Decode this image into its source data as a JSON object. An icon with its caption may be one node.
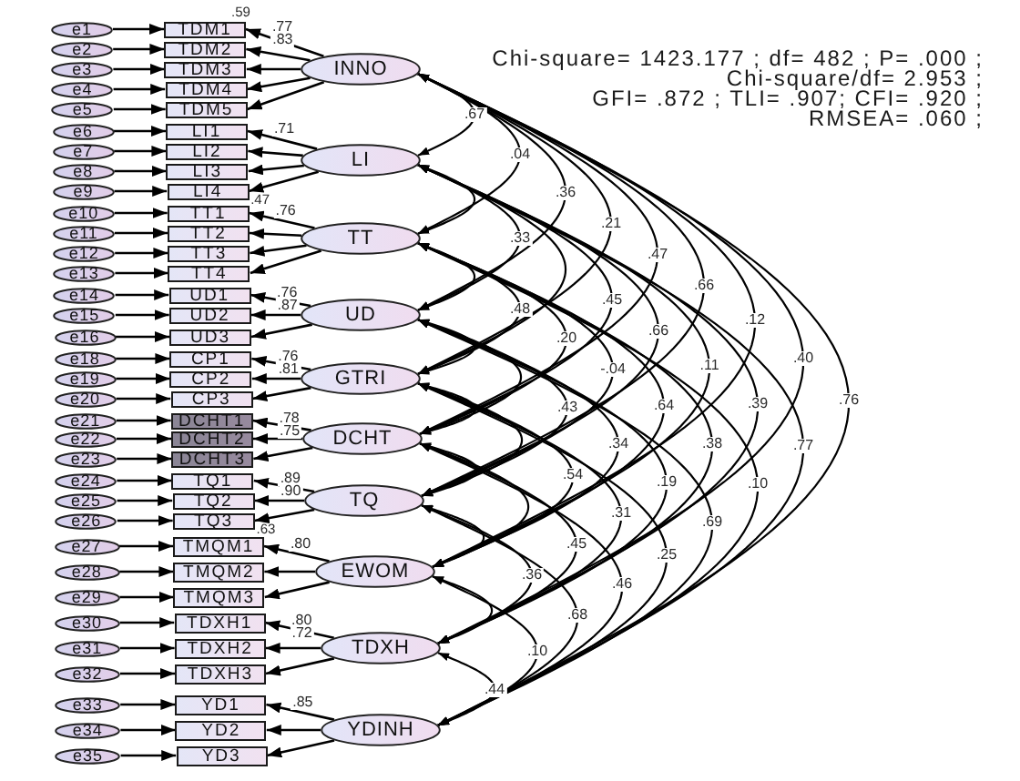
{
  "diagram": {
    "nodes": [
      {
        "text": [
          "e1"
        ]
      },
      {
        "text": [
          "e2"
        ]
      },
      {
        "text": [
          "e3"
        ]
      },
      {
        "text": [
          "e4"
        ]
      },
      {
        "text": [
          "e5"
        ]
      },
      {
        "text": [
          "e6"
        ]
      },
      {
        "text": [
          "e7"
        ]
      },
      {
        "text": [
          "e8"
        ]
      },
      {
        "text": [
          "e9"
        ]
      },
      {
        "text": [
          "e10"
        ]
      },
      {
        "text": [
          "e11"
        ]
      },
      {
        "text": [
          "e12"
        ]
      },
      {
        "text": [
          "e13"
        ]
      },
      {
        "text": [
          "e14"
        ]
      },
      {
        "text": [
          "e15"
        ]
      },
      {
        "text": [
          "e16"
        ]
      },
      {
        "text": [
          "e18"
        ]
      },
      {
        "text": [
          "e19"
        ]
      },
      {
        "text": [
          "e20"
        ]
      },
      {
        "text": [
          "e21"
        ]
      },
      {
        "text": [
          "e22"
        ]
      },
      {
        "text": [
          "e23"
        ]
      },
      {
        "text": [
          "e24"
        ]
      },
      {
        "text": [
          "e25"
        ]
      },
      {
        "text": [
          "e26"
        ]
      },
      {
        "text": [
          "e27"
        ]
      },
      {
        "text": [
          "e28"
        ]
      },
      {
        "text": [
          "e29"
        ]
      },
      {
        "text": [
          "e30"
        ]
      },
      {
        "text": [
          "e31"
        ]
      },
      {
        "text": [
          "e32"
        ]
      },
      {
        "text": [
          "e33"
        ]
      },
      {
        "text": [
          "e34"
        ]
      },
      {
        "text": [
          "e35"
        ]
      },
      {
        "text": [
          "TDM1"
        ],
        "beside": [
          ".59"
        ]
      },
      {
        "text": [
          "TDM2"
        ]
      },
      {
        "text": [
          "TDM3"
        ]
      },
      {
        "text": [
          "TDM4"
        ]
      },
      {
        "text": [
          "TDM5"
        ]
      },
      {
        "text": [
          "LI1"
        ]
      },
      {
        "text": [
          "LI2"
        ]
      },
      {
        "text": [
          "LI3"
        ]
      },
      {
        "text": [
          "LI4"
        ],
        "beside": [
          ".47"
        ]
      },
      {
        "text": [
          "TT1"
        ]
      },
      {
        "text": [
          "TT2"
        ]
      },
      {
        "text": [
          "TT3"
        ]
      },
      {
        "text": [
          "TT4"
        ]
      },
      {
        "text": [
          "UD1"
        ]
      },
      {
        "text": [
          "UD2"
        ]
      },
      {
        "text": [
          "UD3"
        ]
      },
      {
        "text": [
          "CP1"
        ]
      },
      {
        "text": [
          "CP2"
        ]
      },
      {
        "text": [
          "CP3"
        ]
      },
      {
        "text": [
          "DCHT1"
        ]
      },
      {
        "text": [
          "DCHT2"
        ]
      },
      {
        "text": [
          "DCHT3"
        ]
      },
      {
        "text": [
          "TQ1"
        ]
      },
      {
        "text": [
          "TQ2"
        ]
      },
      {
        "text": [
          "TQ3"
        ],
        "beside": [
          ".63"
        ]
      },
      {
        "text": [
          "TMQM1"
        ]
      },
      {
        "text": [
          "TMQM2"
        ]
      },
      {
        "text": [
          "TMQM3"
        ]
      },
      {
        "text": [
          "TDXH1"
        ]
      },
      {
        "text": [
          "TDXH2"
        ]
      },
      {
        "text": [
          "TDXH3"
        ]
      },
      {
        "text": [
          "YD1"
        ]
      },
      {
        "text": [
          "YD2"
        ]
      },
      {
        "text": [
          "YD3"
        ]
      },
      {
        "text": [
          "INNO"
        ]
      },
      {
        "text": [
          "LI"
        ]
      },
      {
        "text": [
          "TT"
        ]
      },
      {
        "text": [
          "UD"
        ]
      },
      {
        "text": [
          "GTRI"
        ]
      },
      {
        "text": [
          "DCHT"
        ]
      },
      {
        "text": [
          "TQ"
        ]
      },
      {
        "text": [
          "EWOM"
        ]
      },
      {
        "text": [
          "TDXH"
        ]
      },
      {
        "text": [
          "YDINH"
        ]
      }
    ],
    "edges": [
      {
        "from": 0,
        "to": 34,
        "arrow": "to"
      },
      {
        "from": 1,
        "to": 35,
        "arrow": "to"
      },
      {
        "from": 2,
        "to": 36,
        "arrow": "to"
      },
      {
        "from": 3,
        "to": 37,
        "arrow": "to"
      },
      {
        "from": 4,
        "to": 38,
        "arrow": "to"
      },
      {
        "from": 5,
        "to": 39,
        "arrow": "to"
      },
      {
        "from": 6,
        "to": 40,
        "arrow": "to"
      },
      {
        "from": 7,
        "to": 41,
        "arrow": "to"
      },
      {
        "from": 8,
        "to": 42,
        "arrow": "to"
      },
      {
        "from": 9,
        "to": 43,
        "arrow": "to"
      },
      {
        "from": 10,
        "to": 44,
        "arrow": "to"
      },
      {
        "from": 11,
        "to": 45,
        "arrow": "to"
      },
      {
        "from": 12,
        "to": 46,
        "arrow": "to"
      },
      {
        "from": 13,
        "to": 47,
        "arrow": "to"
      },
      {
        "from": 14,
        "to": 48,
        "arrow": "to"
      },
      {
        "from": 15,
        "to": 49,
        "arrow": "to"
      },
      {
        "from": 16,
        "to": 50,
        "arrow": "to"
      },
      {
        "from": 17,
        "to": 51,
        "arrow": "to"
      },
      {
        "from": 18,
        "to": 52,
        "arrow": "to"
      },
      {
        "from": 19,
        "to": 53,
        "arrow": "to"
      },
      {
        "from": 20,
        "to": 54,
        "arrow": "to"
      },
      {
        "from": 21,
        "to": 55,
        "arrow": "to"
      },
      {
        "from": 22,
        "to": 56,
        "arrow": "to"
      },
      {
        "from": 23,
        "to": 57,
        "arrow": "to"
      },
      {
        "from": 24,
        "to": 58,
        "arrow": "to"
      },
      {
        "from": 25,
        "to": 59,
        "arrow": "to"
      },
      {
        "from": 26,
        "to": 60,
        "arrow": "to"
      },
      {
        "from": 27,
        "to": 61,
        "arrow": "to"
      },
      {
        "from": 28,
        "to": 62,
        "arrow": "to"
      },
      {
        "from": 29,
        "to": 63,
        "arrow": "to"
      },
      {
        "from": 30,
        "to": 64,
        "arrow": "to"
      },
      {
        "from": 31,
        "to": 65,
        "arrow": "to"
      },
      {
        "from": 32,
        "to": 66,
        "arrow": "to"
      },
      {
        "from": 33,
        "to": 67,
        "arrow": "to"
      },
      {
        "from": 68,
        "to": 34,
        "arrow": "to",
        "label": ".77"
      },
      {
        "from": 68,
        "to": 35,
        "arrow": "to",
        "label": ".83"
      },
      {
        "from": 68,
        "to": 36,
        "arrow": "to"
      },
      {
        "from": 68,
        "to": 37,
        "arrow": "to"
      },
      {
        "from": 68,
        "to": 38,
        "arrow": "to"
      },
      {
        "from": 69,
        "to": 39,
        "arrow": "to",
        "label": ".71"
      },
      {
        "from": 69,
        "to": 40,
        "arrow": "to"
      },
      {
        "from": 69,
        "to": 41,
        "arrow": "to"
      },
      {
        "from": 69,
        "to": 42,
        "arrow": "to"
      },
      {
        "from": 70,
        "to": 43,
        "arrow": "to",
        "label": ".76"
      },
      {
        "from": 70,
        "to": 44,
        "arrow": "to"
      },
      {
        "from": 70,
        "to": 45,
        "arrow": "to"
      },
      {
        "from": 70,
        "to": 46,
        "arrow": "to"
      },
      {
        "from": 71,
        "to": 47,
        "arrow": "to",
        "label": ".76"
      },
      {
        "from": 71,
        "to": 48,
        "arrow": "to",
        "label": ".87"
      },
      {
        "from": 71,
        "to": 49,
        "arrow": "to"
      },
      {
        "from": 72,
        "to": 50,
        "arrow": "to",
        "label": ".76"
      },
      {
        "from": 72,
        "to": 51,
        "arrow": "to",
        "label": ".81"
      },
      {
        "from": 72,
        "to": 52,
        "arrow": "to"
      },
      {
        "from": 73,
        "to": 53,
        "arrow": "to",
        "label": ".78"
      },
      {
        "from": 73,
        "to": 54,
        "arrow": "to",
        "label": ".75"
      },
      {
        "from": 73,
        "to": 55,
        "arrow": "to"
      },
      {
        "from": 74,
        "to": 56,
        "arrow": "to",
        "label": ".89"
      },
      {
        "from": 74,
        "to": 57,
        "arrow": "to",
        "label": ".90"
      },
      {
        "from": 74,
        "to": 58,
        "arrow": "to"
      },
      {
        "from": 75,
        "to": 59,
        "arrow": "to",
        "label": ".80"
      },
      {
        "from": 75,
        "to": 60,
        "arrow": "to"
      },
      {
        "from": 75,
        "to": 61,
        "arrow": "to"
      },
      {
        "from": 76,
        "to": 62,
        "arrow": "to",
        "label": ".80"
      },
      {
        "from": 76,
        "to": 63,
        "arrow": "to",
        "label": ".72"
      },
      {
        "from": 76,
        "to": 64,
        "arrow": "to"
      },
      {
        "from": 77,
        "to": 65,
        "arrow": "to",
        "label": ".85"
      },
      {
        "from": 77,
        "to": 66,
        "arrow": "to"
      },
      {
        "from": 77,
        "to": 67,
        "arrow": "to"
      },
      {
        "from": 68,
        "to": 69,
        "arrow": "both",
        "label": ".67"
      },
      {
        "from": 68,
        "to": 70,
        "arrow": "both",
        "label": ".04"
      },
      {
        "from": 68,
        "to": 71,
        "arrow": "both",
        "label": ".36"
      },
      {
        "from": 68,
        "to": 72,
        "arrow": "both",
        "label": ".21"
      },
      {
        "from": 68,
        "to": 73,
        "arrow": "both",
        "label": ".47"
      },
      {
        "from": 68,
        "to": 74,
        "arrow": "both",
        "label": ".66"
      },
      {
        "from": 68,
        "to": 75,
        "arrow": "both",
        "label": ".12"
      },
      {
        "from": 68,
        "to": 76,
        "arrow": "both",
        "label": ".40"
      },
      {
        "from": 68,
        "to": 77,
        "arrow": "both",
        "label": ".76"
      },
      {
        "from": 69,
        "to": 70,
        "arrow": "both"
      },
      {
        "from": 69,
        "to": 71,
        "arrow": "both",
        "label": ".33"
      },
      {
        "from": 69,
        "to": 72,
        "arrow": "both"
      },
      {
        "from": 69,
        "to": 73,
        "arrow": "both",
        "label": ".45"
      },
      {
        "from": 69,
        "to": 74,
        "arrow": "both",
        "label": ".66"
      },
      {
        "from": 69,
        "to": 75,
        "arrow": "both",
        "label": ".11"
      },
      {
        "from": 69,
        "to": 76,
        "arrow": "both",
        "label": ".39"
      },
      {
        "from": 69,
        "to": 77,
        "arrow": "both",
        "label": ".77"
      },
      {
        "from": 70,
        "to": 71,
        "arrow": "both"
      },
      {
        "from": 70,
        "to": 72,
        "arrow": "both",
        "label": ".48"
      },
      {
        "from": 70,
        "to": 73,
        "arrow": "both",
        "label": ".20"
      },
      {
        "from": 70,
        "to": 74,
        "arrow": "both",
        "label": "-.04"
      },
      {
        "from": 70,
        "to": 75,
        "arrow": "both",
        "label": ".64"
      },
      {
        "from": 70,
        "to": 76,
        "arrow": "both",
        "label": ".38"
      },
      {
        "from": 70,
        "to": 77,
        "arrow": "both",
        "label": ".10"
      },
      {
        "from": 71,
        "to": 72,
        "arrow": "both"
      },
      {
        "from": 71,
        "to": 73,
        "arrow": "both"
      },
      {
        "from": 71,
        "to": 74,
        "arrow": "both",
        "label": ".43"
      },
      {
        "from": 71,
        "to": 75,
        "arrow": "both",
        "label": ".34"
      },
      {
        "from": 71,
        "to": 76,
        "arrow": "both",
        "label": ".19"
      },
      {
        "from": 71,
        "to": 77,
        "arrow": "both",
        "label": ".69"
      },
      {
        "from": 72,
        "to": 73,
        "arrow": "both"
      },
      {
        "from": 72,
        "to": 74,
        "arrow": "both"
      },
      {
        "from": 72,
        "to": 75,
        "arrow": "both",
        "label": ".54"
      },
      {
        "from": 72,
        "to": 76,
        "arrow": "both",
        "label": ".31"
      },
      {
        "from": 72,
        "to": 77,
        "arrow": "both",
        "label": ".25"
      },
      {
        "from": 73,
        "to": 74,
        "arrow": "both"
      },
      {
        "from": 73,
        "to": 75,
        "arrow": "both"
      },
      {
        "from": 73,
        "to": 76,
        "arrow": "both",
        "label": ".45"
      },
      {
        "from": 73,
        "to": 77,
        "arrow": "both",
        "label": ".46"
      },
      {
        "from": 74,
        "to": 75,
        "arrow": "both"
      },
      {
        "from": 74,
        "to": 76,
        "arrow": "both",
        "label": ".36"
      },
      {
        "from": 74,
        "to": 77,
        "arrow": "both",
        "label": ".68"
      },
      {
        "from": 75,
        "to": 76,
        "arrow": "both"
      },
      {
        "from": 75,
        "to": 77,
        "arrow": "both",
        "label": ".10"
      },
      {
        "from": 76,
        "to": 77,
        "arrow": "both",
        "label": ".44"
      }
    ],
    "labels": [
      "Chi-square= 1423.177 ; df= 482 ; P= .000 ;",
      "Chi-square/df= 2.953 ;",
      "GFI= .872 ; TLI= .907; CFI= .920 ;",
      "RMSEA= .060 ;"
    ]
  }
}
